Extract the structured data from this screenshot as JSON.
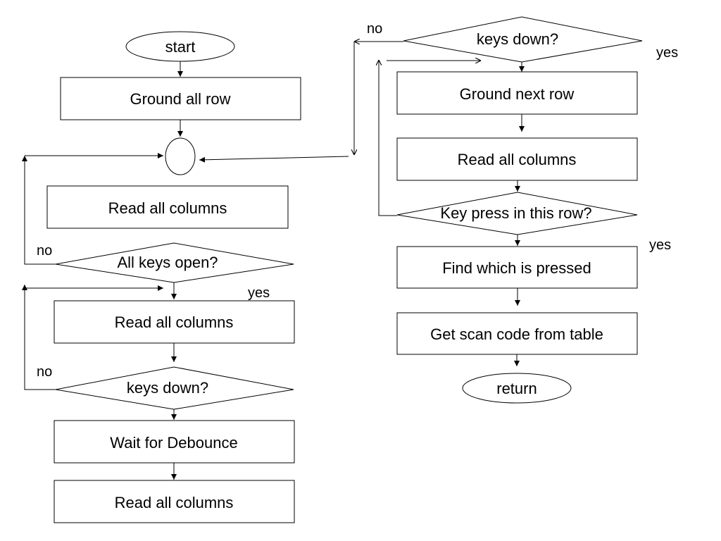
{
  "left": {
    "start": "start",
    "ground_all_row": "Ground all row",
    "read_all_columns_1": "Read all columns",
    "all_keys_open": "All keys open?",
    "all_keys_open_no": "no",
    "all_keys_open_yes": "yes",
    "read_all_columns_2": "Read all columns",
    "keys_down": "keys down?",
    "keys_down_no": "no",
    "wait_for_debounce": "Wait for Debounce",
    "read_all_columns_3": "Read all columns"
  },
  "right": {
    "keys_down": "keys down?",
    "keys_down_no": "no",
    "keys_down_yes": "yes",
    "ground_next_row": "Ground next row",
    "read_all_columns": "Read all columns",
    "key_press_in_row": "Key press in this row?",
    "key_press_yes": "yes",
    "find_which_pressed": "Find which is pressed",
    "get_scan_code": "Get scan code from table",
    "return": "return"
  },
  "colors": {
    "stroke": "#000000",
    "fill": "#ffffff",
    "text": "#000000"
  }
}
